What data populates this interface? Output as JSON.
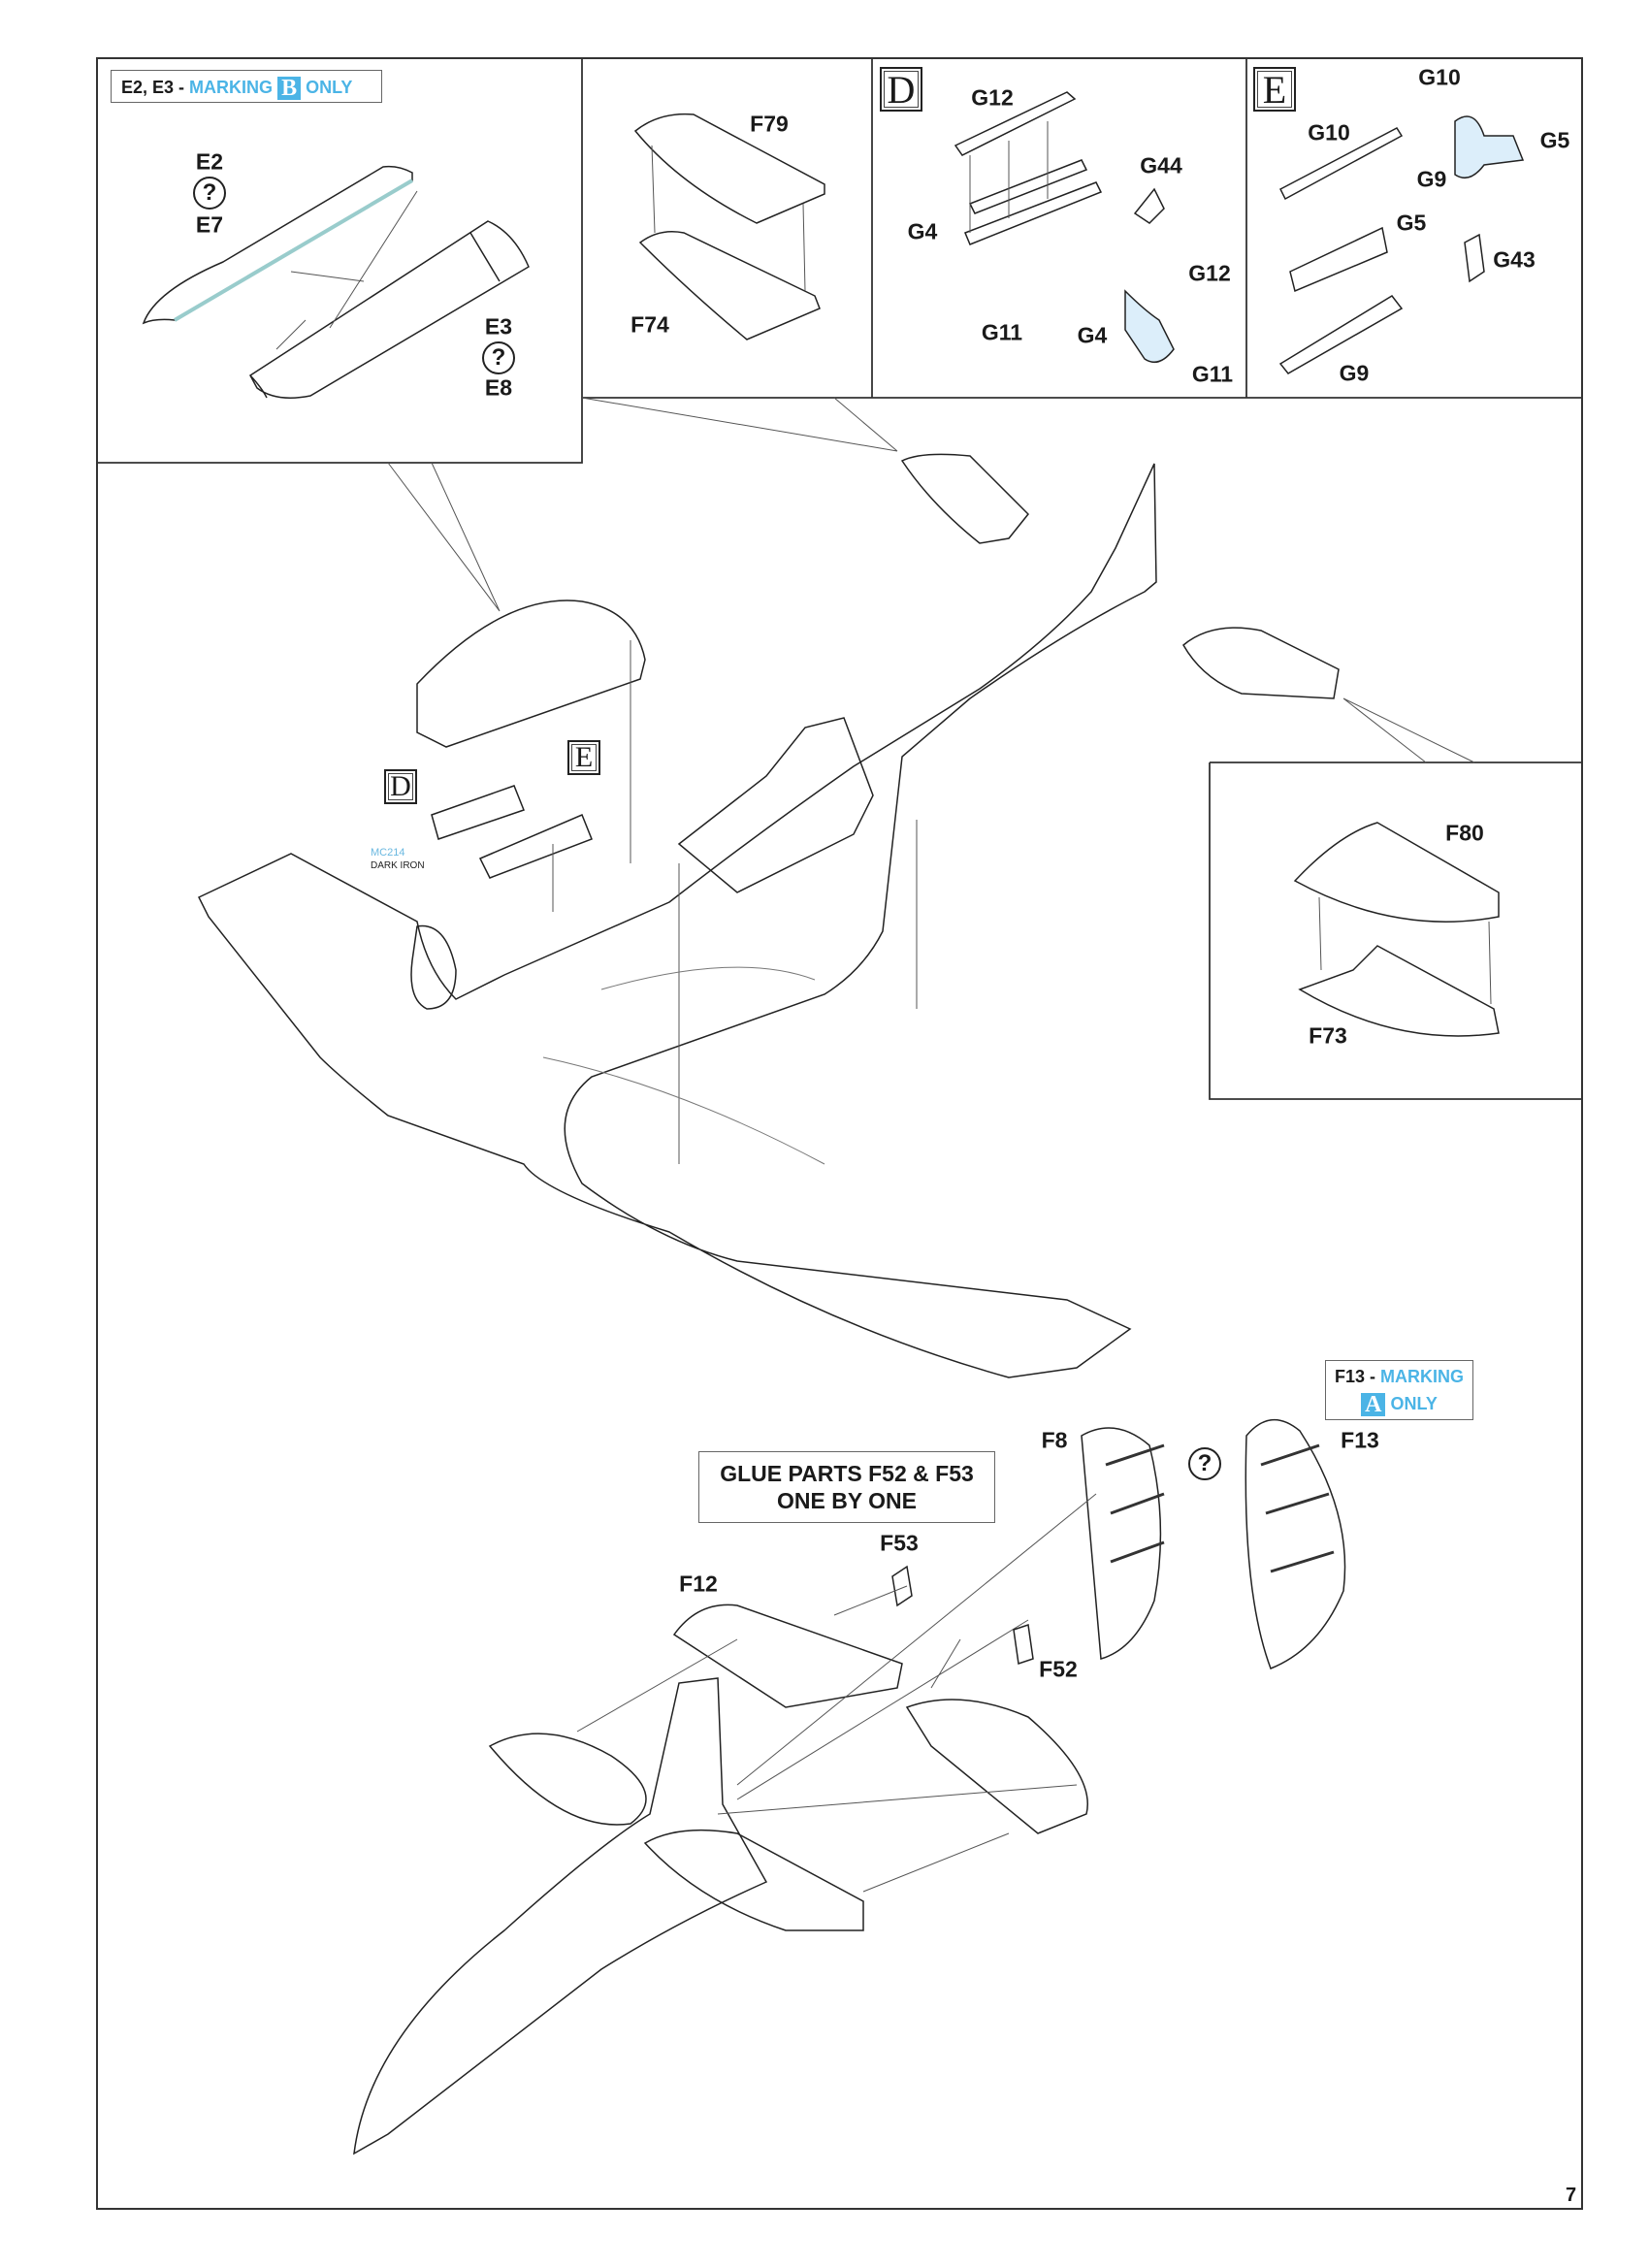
{
  "page_number": "7",
  "notes": {
    "e2_e3": {
      "prefix": "E2, E3 -",
      "marking": "MARKING",
      "letter": "B",
      "only": "ONLY"
    },
    "f13": {
      "prefix": "F13 -",
      "marking": "MARKING",
      "letter": "A",
      "only": "ONLY"
    },
    "glue": {
      "line1": "GLUE PARTS F52 & F53",
      "line2": "ONE BY ONE"
    }
  },
  "steps": {
    "d": "D",
    "e": "E"
  },
  "paint": {
    "code": "MC214",
    "name": "DARK IRON"
  },
  "option_symbol": "?",
  "parts": {
    "e2": "E2",
    "e7": "E7",
    "e3": "E3",
    "e8": "E8",
    "f79": "F79",
    "f74": "F74",
    "d_g12a": "G12",
    "d_g44": "G44",
    "d_g4a": "G4",
    "d_g12b": "G12",
    "d_g11a": "G11",
    "d_g4b": "G4",
    "d_g11b": "G11",
    "e_g10a": "G10",
    "e_g10b": "G10",
    "e_g5a": "G5",
    "e_g9a": "G9",
    "e_g5b": "G5",
    "e_g43": "G43",
    "e_g9b": "G9",
    "f80": "F80",
    "f73": "F73",
    "f8": "F8",
    "f13": "F13",
    "f53": "F53",
    "f12": "F12",
    "f52": "F52"
  },
  "colors": {
    "accent": "#4bb4e6",
    "line": "#222222",
    "highlight": "#cfe8f5"
  }
}
